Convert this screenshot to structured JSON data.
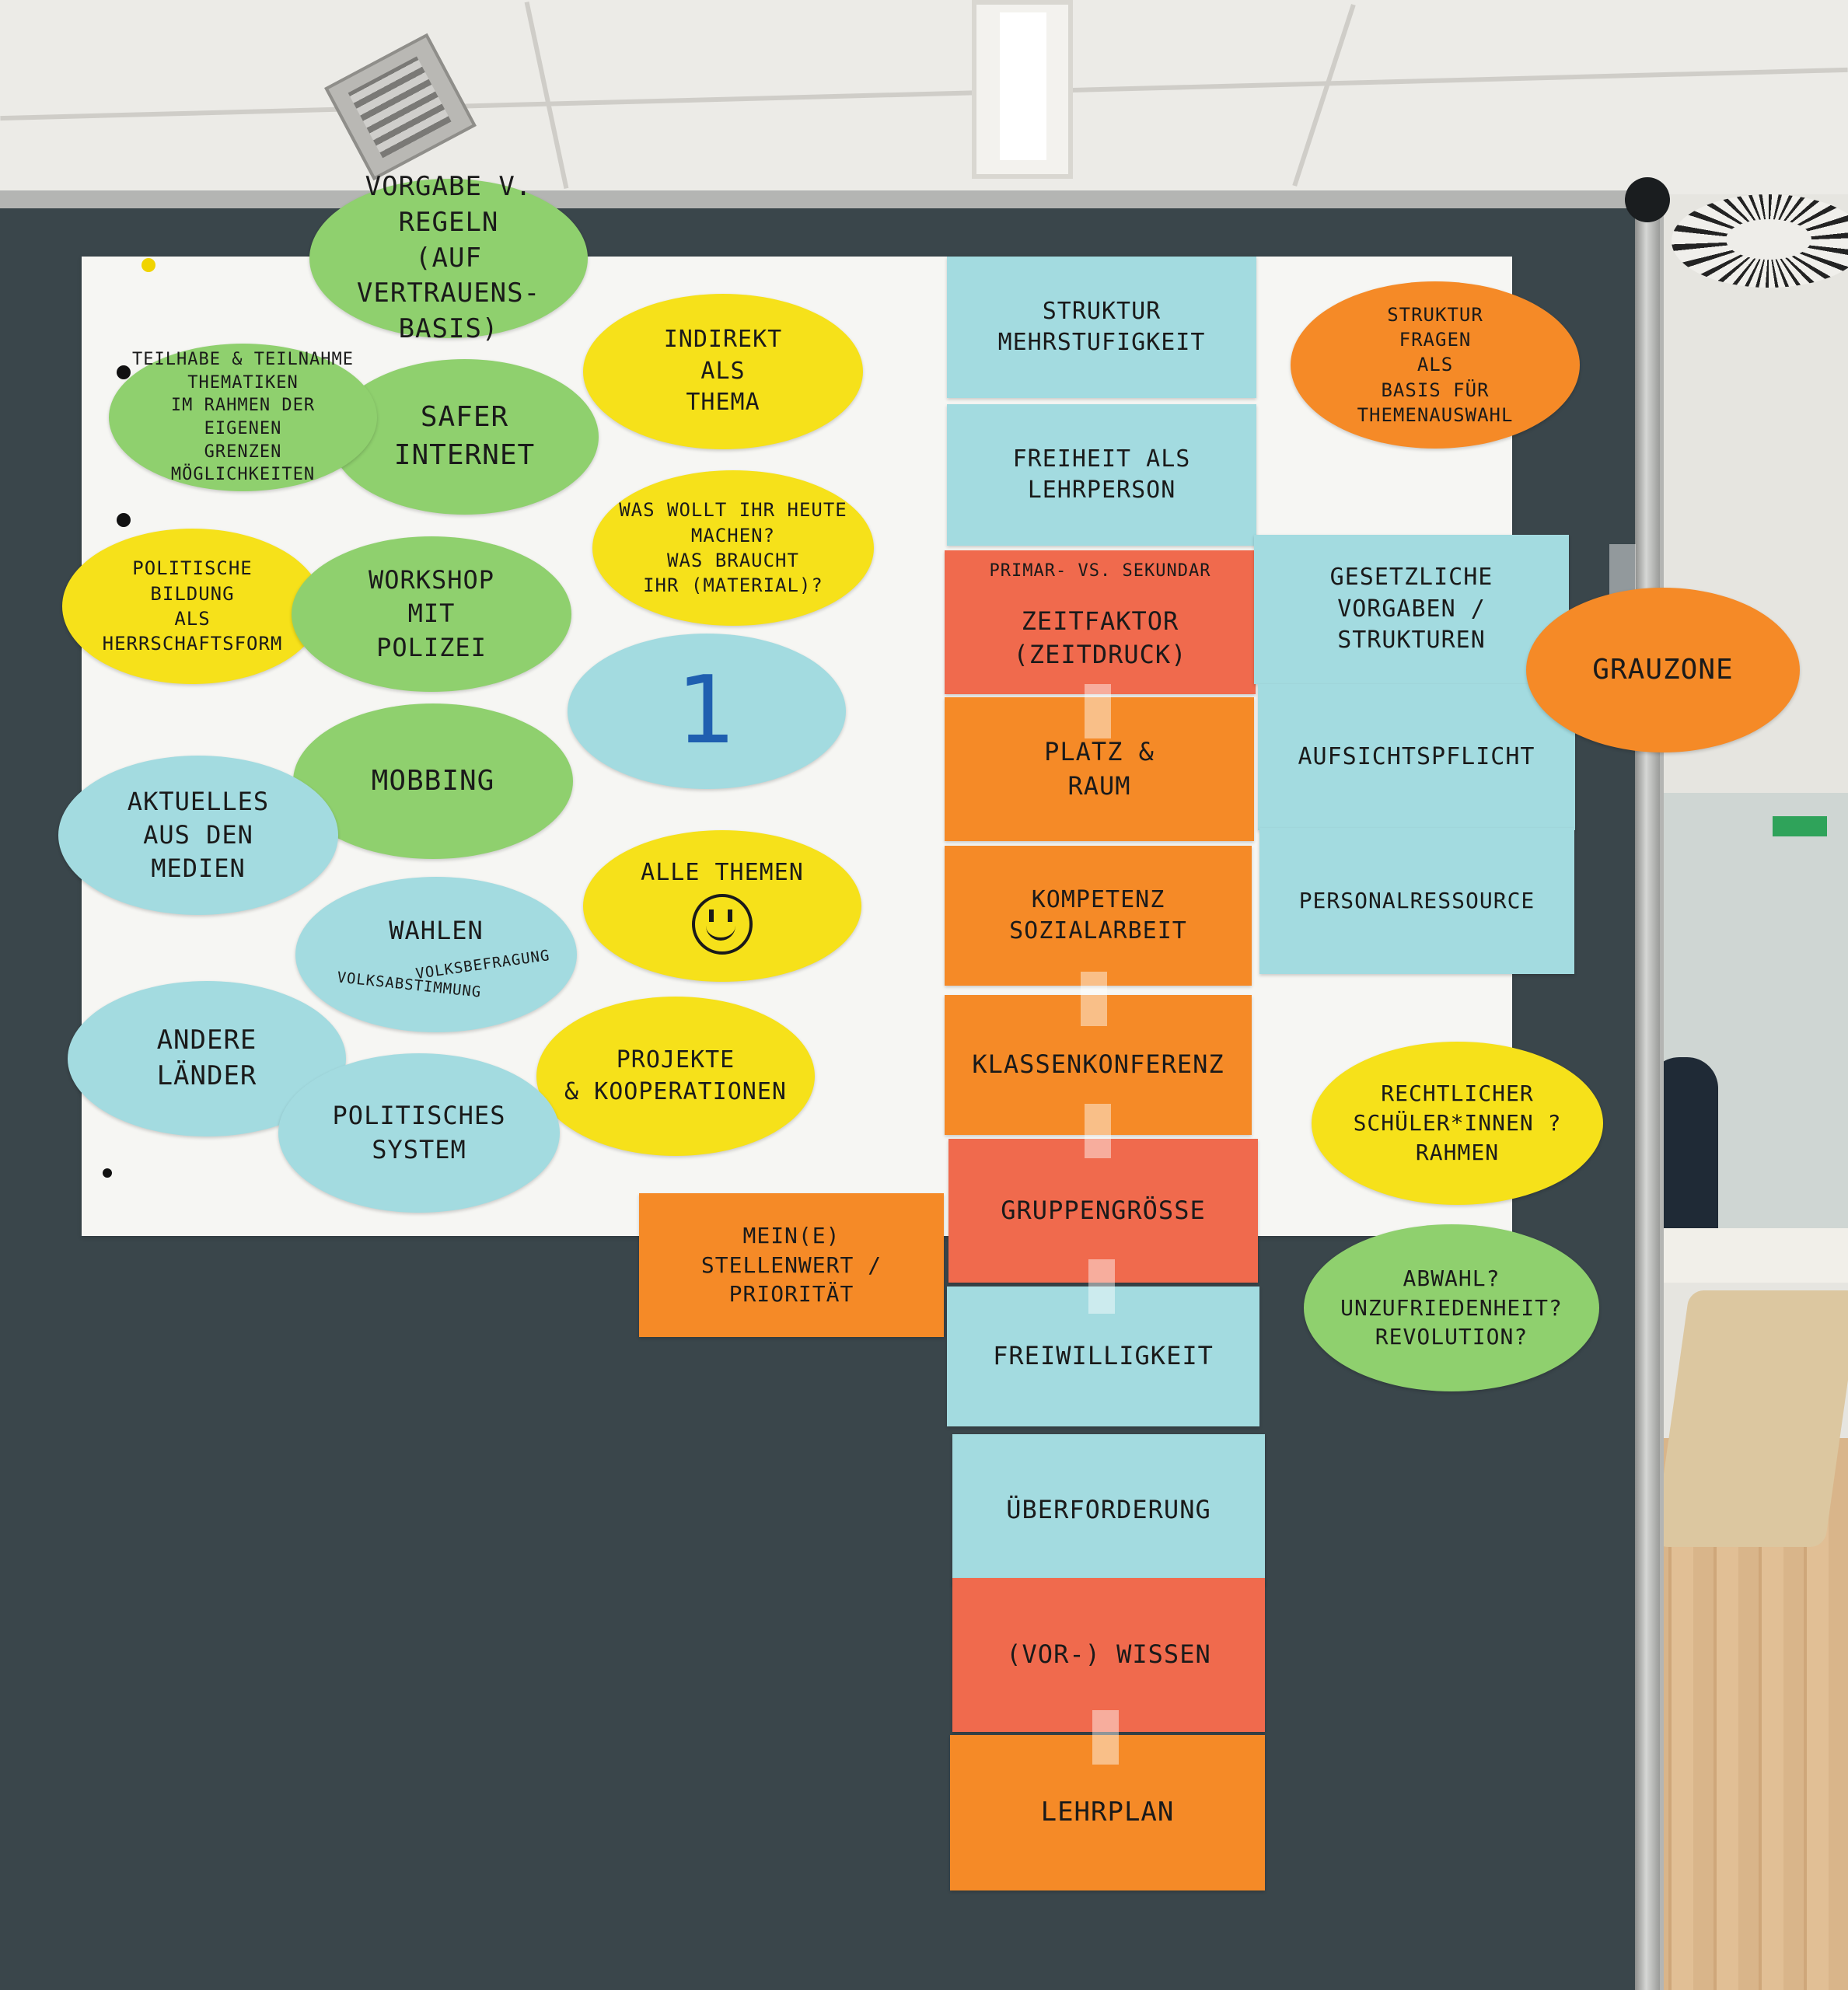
{
  "colors": {
    "board": "#3a464b",
    "paper": "#f6f6f3",
    "green": "#8fd06e",
    "yellow": "#f6e11a",
    "blue": "#a3dbe0",
    "orange": "#f58a27",
    "red": "#f06a4d"
  },
  "icons": {
    "smiley": "smiley-face-icon"
  },
  "left_cards": {
    "vorgabe_regeln": "VORGABE V.\nREGELN\n(AUF VERTRAUENS-\nBASIS)",
    "teilhabe": "TEILHABE & TEILNAHME\nTHEMATIKEN\nIM RAHMEN DER EIGENEN\nGRENZEN MÖGLICHKEITEN",
    "safer_internet": "SAFER INTERNET",
    "indirekt": "INDIREKT\nALS\nTHEMA",
    "was_wollt": "WAS WOLLT IHR HEUTE\nMACHEN?\nWAS BRAUCHT\nIHR (MATERIAL)?",
    "politische_bildung": "POLITISCHE\nBILDUNG\nALS\nHERRSCHAFTSFORM",
    "workshop_polizei": "WORKSHOP\nMIT\nPOLIZEI",
    "number_one": "1",
    "mobbing": "MOBBING",
    "aktuelles": "AKTUELLES\nAUS DEN\nMEDIEN",
    "alle_themen": "ALLE THEMEN",
    "wahlen": "WAHLEN",
    "volksbefragung": "VOLKSBEFRAGUNG",
    "volksabstimmung": "VOLKSABSTIMMUNG",
    "andere_laender": "ANDERE\nLÄNDER",
    "projekte": "PROJEKTE\n& KOOPERATIONEN",
    "politisches_system": "POLITISCHES\nSYSTEM",
    "stellenwert": "MEIN(E)\nSTELLENWERT /\nPRIORITÄT"
  },
  "center_column": [
    "STRUKTUR\nMEHRSTUFIGKEIT",
    "FREIHEIT ALS\nLEHRPERSON",
    "PRIMAR- VS. SEKUNDAR",
    "ZEITFAKTOR\n(ZEITDRUCK)",
    "PLATZ &\nRAUM",
    "KOMPETENZ\nSOZIALARBEIT",
    "KLASSENKONFERENZ",
    "GRUPPENGRÖSSE",
    "FREIWILLIGKEIT",
    "ÜBERFORDERUNG",
    "(VOR-) WISSEN",
    "LEHRPLAN"
  ],
  "right_cards": {
    "struktur_fragen": "STRUKTUR\nFRAGEN\nALS\nBASIS FÜR\nTHEMENAUSWAHL",
    "gesetzliche": "GESETZLICHE\nVORGABEN /\nSTRUKTUREN",
    "aufsichtspflicht": "AUFSICHTSPFLICHT",
    "personal": "PERSONALRESSOURCE",
    "grauzone": "GRAUZONE",
    "rechtlicher": "RECHTLICHER\nSCHÜLER*INNEN ?\nRAHMEN",
    "abwahl": "ABWAHL?\nUNZUFRIEDENHEIT?\nREVOLUTION?"
  }
}
